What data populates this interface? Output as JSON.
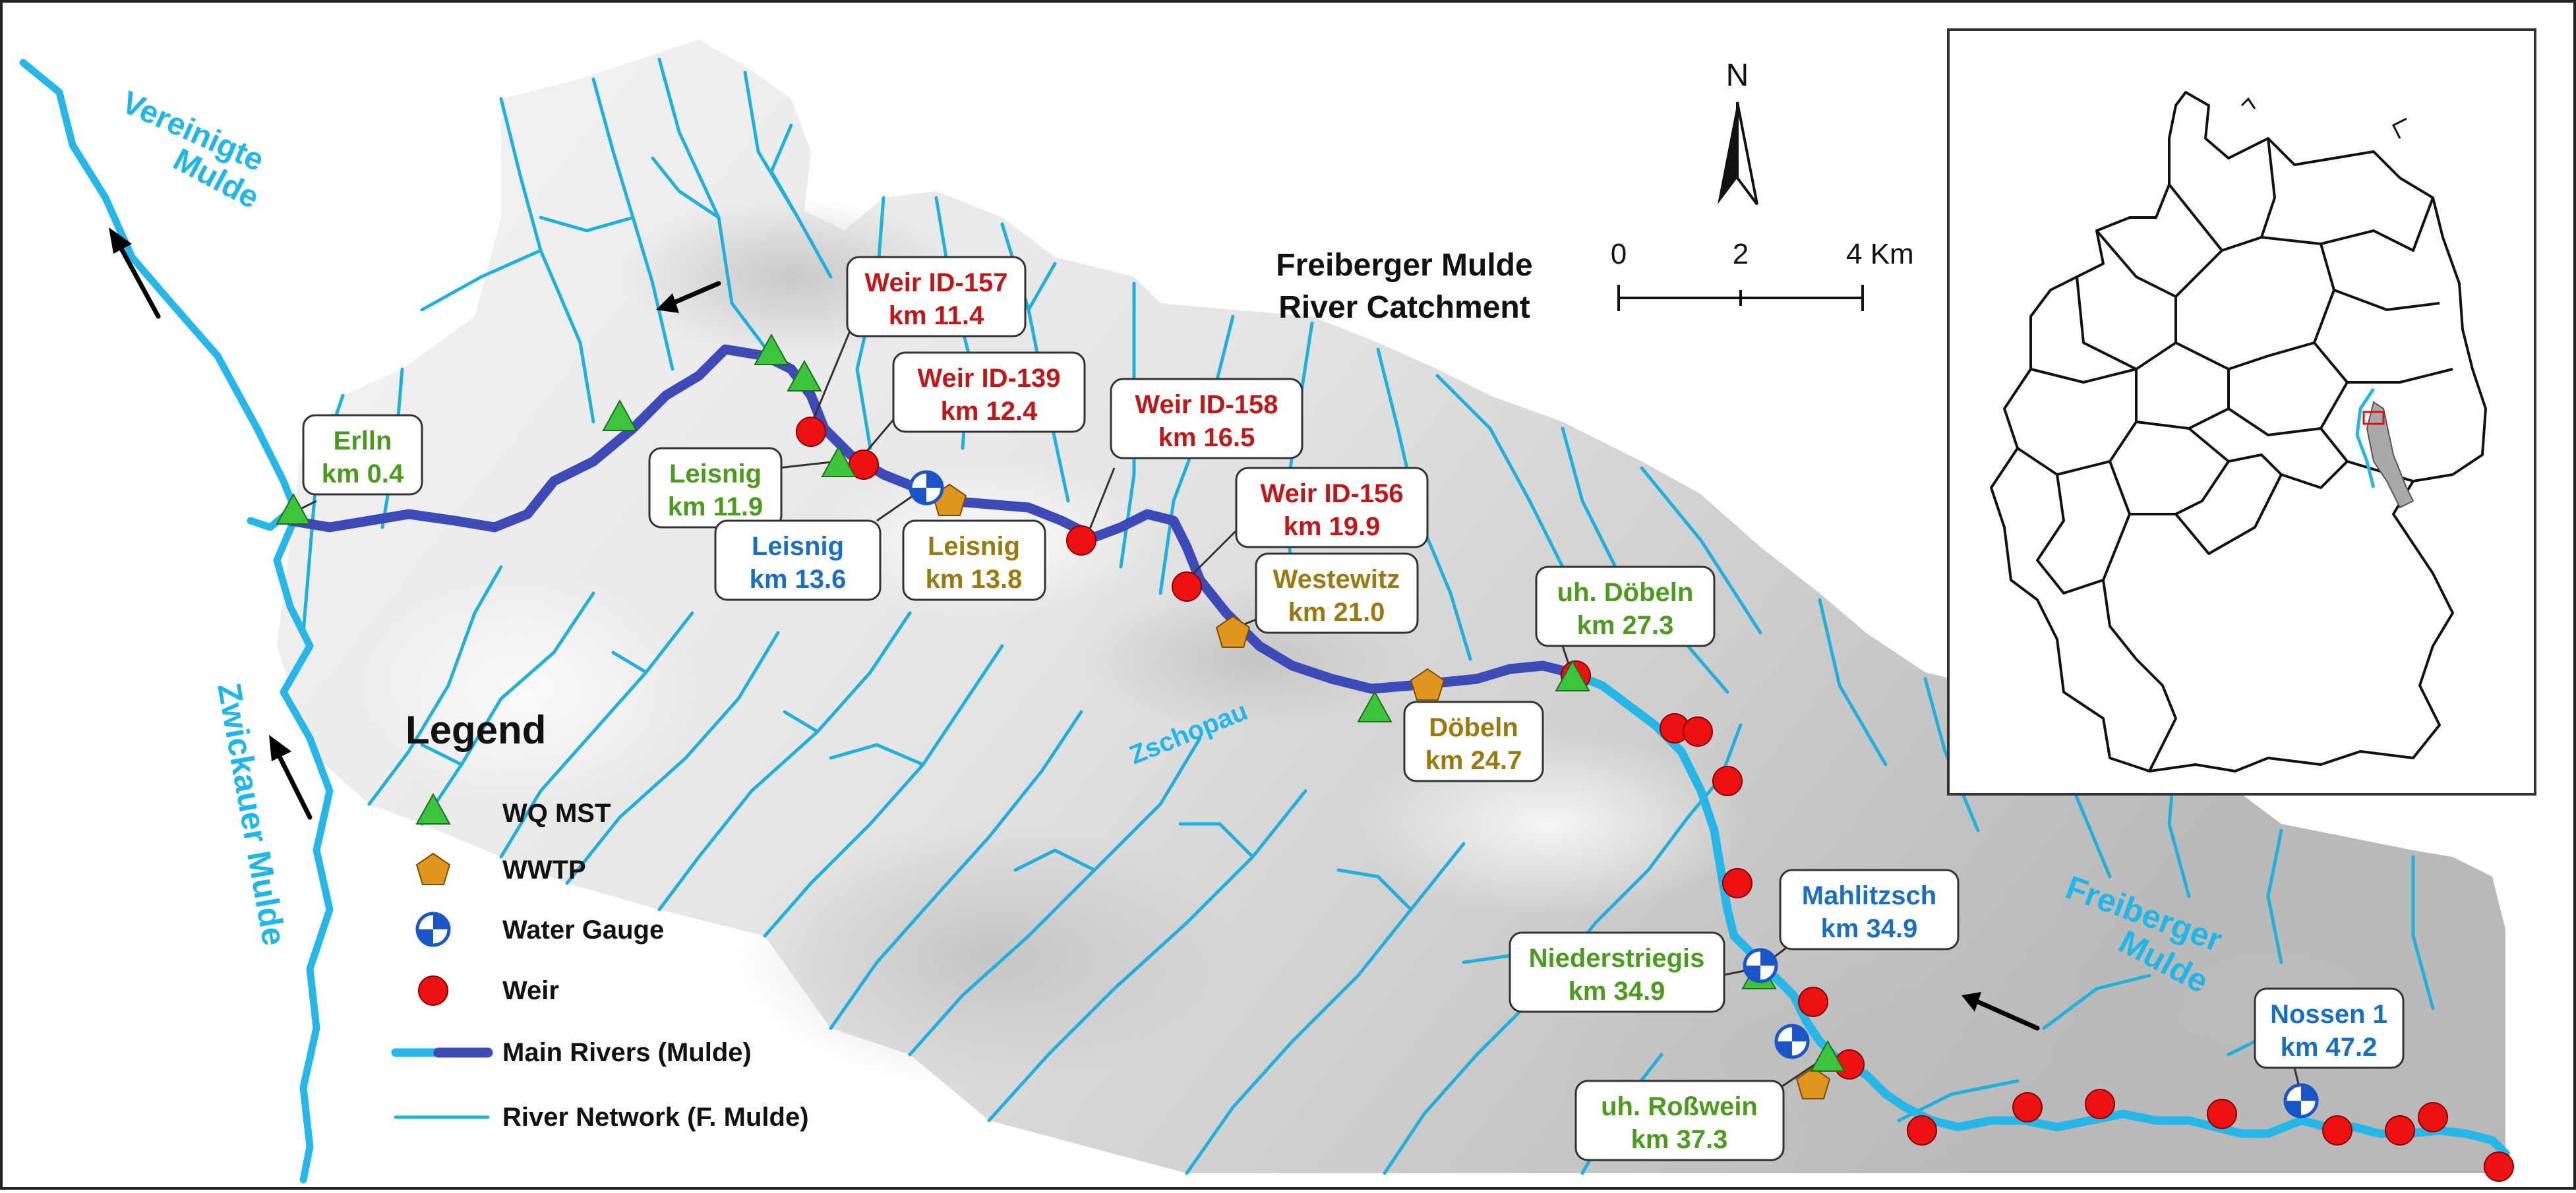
{
  "title": {
    "line1": "Freiberger Mulde",
    "line2": "River Catchment"
  },
  "north_label": "N",
  "scale_bar": {
    "ticks": [
      "0",
      "2",
      "4 Km"
    ]
  },
  "river_names": {
    "vereinigte_1": "Vereinigte",
    "vereinigte_2": "Mulde",
    "zwickauer": "Zwickauer Mulde",
    "zschopau": "Zschopau",
    "freiberger_1": "Freiberger",
    "freiberger_2": "Mulde"
  },
  "legend": {
    "title": "Legend",
    "items": [
      {
        "symbol": "triangle",
        "label": "WQ MST"
      },
      {
        "symbol": "pentagon",
        "label": "WWTP"
      },
      {
        "symbol": "gauge",
        "label": "Water Gauge"
      },
      {
        "symbol": "circle",
        "label": "Weir"
      },
      {
        "symbol": "main-river",
        "label": "Main Rivers (Mulde)"
      },
      {
        "symbol": "network",
        "label": "River Network (F. Mulde)"
      }
    ]
  },
  "colors": {
    "wq_mst": "#3cc43c",
    "wwtp": "#e0961e",
    "gauge": "#1a56c8",
    "weir": "#ee1111",
    "main_river_dark": "#3d4ab8",
    "main_river_light": "#27b6e8",
    "network": "#20b0dc",
    "label_green": "#4c9a1e",
    "label_red": "#c01818",
    "label_blue": "#1a6fc0",
    "label_olive": "#9a7a10"
  },
  "stations": [
    {
      "id": "erlln",
      "line1": "Erlln",
      "line2": "km 0.4",
      "type": "wq_mst"
    },
    {
      "id": "leisnig-wq",
      "line1": "Leisnig",
      "line2": "km 11.9",
      "type": "wq_mst"
    },
    {
      "id": "leisnig-gauge",
      "line1": "Leisnig",
      "line2": "km 13.6",
      "type": "gauge"
    },
    {
      "id": "leisnig-wwtp",
      "line1": "Leisnig",
      "line2": "km 13.8",
      "type": "wwtp"
    },
    {
      "id": "weir-157",
      "line1": "Weir ID-157",
      "line2": "km 11.4",
      "type": "weir"
    },
    {
      "id": "weir-139",
      "line1": "Weir ID-139",
      "line2": "km 12.4",
      "type": "weir"
    },
    {
      "id": "weir-158",
      "line1": "Weir ID-158",
      "line2": "km 16.5",
      "type": "weir"
    },
    {
      "id": "weir-156",
      "line1": "Weir ID-156",
      "line2": "km 19.9",
      "type": "weir"
    },
    {
      "id": "westewitz",
      "line1": "Westewitz",
      "line2": "km 21.0",
      "type": "wwtp"
    },
    {
      "id": "uh-doebeln",
      "line1": "uh. Döbeln",
      "line2": "km 27.3",
      "type": "wq_mst"
    },
    {
      "id": "doebeln",
      "line1": "Döbeln",
      "line2": "km 24.7",
      "type": "wwtp"
    },
    {
      "id": "mahlitzsch",
      "line1": "Mahlitzsch",
      "line2": "km 34.9",
      "type": "gauge"
    },
    {
      "id": "niederstriegis",
      "line1": "Niederstriegis",
      "line2": "km 34.9",
      "type": "wq_mst"
    },
    {
      "id": "uh-rosswein",
      "line1": "uh. Roßwein",
      "line2": "km 37.3",
      "type": "wq_mst"
    },
    {
      "id": "nossen",
      "line1": "Nossen 1",
      "line2": "km 47.2",
      "type": "gauge"
    }
  ]
}
